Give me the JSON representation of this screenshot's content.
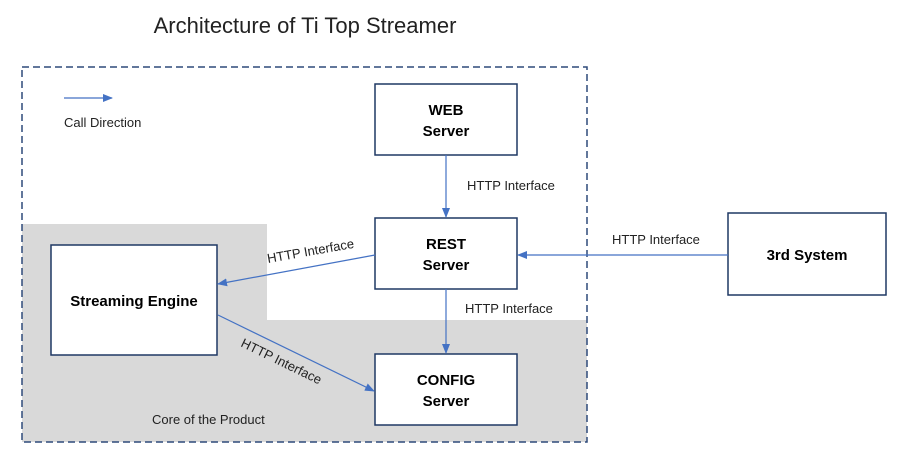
{
  "title": "Architecture of Ti Top Streamer",
  "legend": {
    "label": "Call Direction"
  },
  "region_label": "Core of the Product",
  "nodes": {
    "web": {
      "line1": "WEB",
      "line2": "Server"
    },
    "rest": {
      "line1": "REST",
      "line2": "Server"
    },
    "streaming": {
      "label": "Streaming Engine"
    },
    "config": {
      "line1": "CONFIG",
      "line2": "Server"
    },
    "third": {
      "label": "3rd System"
    }
  },
  "edges": {
    "web_to_rest": "HTTP Interface",
    "rest_to_streaming": "HTTP Interface",
    "rest_to_config": "HTTP Interface",
    "streaming_to_config": "HTTP Interface",
    "third_to_rest": "HTTP Interface"
  },
  "colors": {
    "arrow": "#4472c4",
    "box_border": "#1f3864",
    "core_region": "#d9d9d9",
    "outer_border": "#2f4a7a"
  }
}
